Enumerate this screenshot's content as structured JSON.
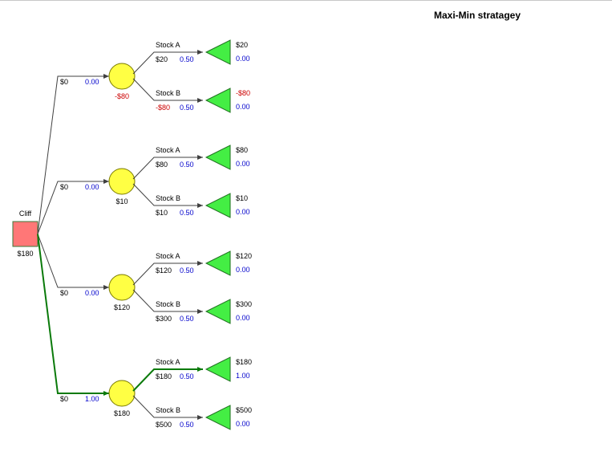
{
  "title": "Maxi-Min stratagey",
  "colors": {
    "line": "#404040",
    "optimal_path": "#0a7a0a",
    "text": "#000000",
    "probability_text": "#0000cc",
    "negative_value": "#cc0000",
    "decision_fill": "#ff7777",
    "decision_stroke": "#3a7a3a",
    "chance_fill": "#ffff44",
    "chance_stroke": "#7a7a00",
    "terminal_fill": "#44ee44",
    "terminal_stroke": "#207020"
  },
  "decision": {
    "name": "Cliff",
    "value": "$180",
    "branches": [
      {
        "payoff": "$0",
        "probability": "0.00",
        "chance_value": "-$80",
        "chance_value_negative": true,
        "optimal": false,
        "outcomes": [
          {
            "name": "Stock A",
            "payoff": "$20",
            "payoff_negative": false,
            "probability": "0.50",
            "terminal_value": "$20",
            "terminal_negative": false,
            "terminal_probability": "0.00",
            "optimal": false
          },
          {
            "name": "Stock B",
            "payoff": "-$80",
            "payoff_negative": true,
            "probability": "0.50",
            "terminal_value": "-$80",
            "terminal_negative": true,
            "terminal_probability": "0.00",
            "optimal": false
          }
        ]
      },
      {
        "payoff": "$0",
        "probability": "0.00",
        "chance_value": "$10",
        "chance_value_negative": false,
        "optimal": false,
        "outcomes": [
          {
            "name": "Stock A",
            "payoff": "$80",
            "payoff_negative": false,
            "probability": "0.50",
            "terminal_value": "$80",
            "terminal_negative": false,
            "terminal_probability": "0.00",
            "optimal": false
          },
          {
            "name": "Stock B",
            "payoff": "$10",
            "payoff_negative": false,
            "probability": "0.50",
            "terminal_value": "$10",
            "terminal_negative": false,
            "terminal_probability": "0.00",
            "optimal": false
          }
        ]
      },
      {
        "payoff": "$0",
        "probability": "0.00",
        "chance_value": "$120",
        "chance_value_negative": false,
        "optimal": false,
        "outcomes": [
          {
            "name": "Stock A",
            "payoff": "$120",
            "payoff_negative": false,
            "probability": "0.50",
            "terminal_value": "$120",
            "terminal_negative": false,
            "terminal_probability": "0.00",
            "optimal": false
          },
          {
            "name": "Stock B",
            "payoff": "$300",
            "payoff_negative": false,
            "probability": "0.50",
            "terminal_value": "$300",
            "terminal_negative": false,
            "terminal_probability": "0.00",
            "optimal": false
          }
        ]
      },
      {
        "payoff": "$0",
        "probability": "1.00",
        "chance_value": "$180",
        "chance_value_negative": false,
        "optimal": true,
        "outcomes": [
          {
            "name": "Stock A",
            "payoff": "$180",
            "payoff_negative": false,
            "probability": "0.50",
            "terminal_value": "$180",
            "terminal_negative": false,
            "terminal_probability": "1.00",
            "optimal": true
          },
          {
            "name": "Stock B",
            "payoff": "$500",
            "payoff_negative": false,
            "probability": "0.50",
            "terminal_value": "$500",
            "terminal_negative": false,
            "terminal_probability": "0.00",
            "optimal": false
          }
        ]
      }
    ]
  }
}
